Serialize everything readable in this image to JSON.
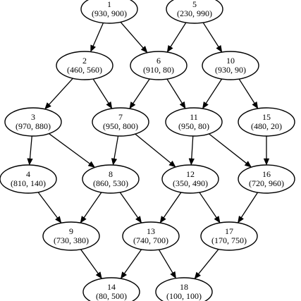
{
  "nodes": [
    {
      "id": "1",
      "label": "1",
      "coords": "(930, 900)"
    },
    {
      "id": "5",
      "label": "5",
      "coords": "(230, 990)"
    },
    {
      "id": "2",
      "label": "2",
      "coords": "(460, 560)"
    },
    {
      "id": "6",
      "label": "6",
      "coords": "(910, 80)"
    },
    {
      "id": "10",
      "label": "10",
      "coords": "(930, 90)"
    },
    {
      "id": "3",
      "label": "3",
      "coords": "(970, 880)"
    },
    {
      "id": "7",
      "label": "7",
      "coords": "(950, 800)"
    },
    {
      "id": "11",
      "label": "11",
      "coords": "(950, 80)"
    },
    {
      "id": "15",
      "label": "15",
      "coords": "(480, 20)"
    },
    {
      "id": "4",
      "label": "4",
      "coords": "(810, 140)"
    },
    {
      "id": "8",
      "label": "8",
      "coords": "(860, 530)"
    },
    {
      "id": "12",
      "label": "12",
      "coords": "(350, 490)"
    },
    {
      "id": "16",
      "label": "16",
      "coords": "(720, 960)"
    },
    {
      "id": "9",
      "label": "9",
      "coords": "(730, 380)"
    },
    {
      "id": "13",
      "label": "13",
      "coords": "(740, 700)"
    },
    {
      "id": "17",
      "label": "17",
      "coords": "(170, 750)"
    },
    {
      "id": "14",
      "label": "14",
      "coords": "(80, 500)"
    },
    {
      "id": "18",
      "label": "18",
      "coords": "(100, 100)"
    }
  ],
  "edges": [
    [
      "1",
      "2"
    ],
    [
      "1",
      "6"
    ],
    [
      "5",
      "6"
    ],
    [
      "5",
      "10"
    ],
    [
      "2",
      "3"
    ],
    [
      "2",
      "7"
    ],
    [
      "6",
      "7"
    ],
    [
      "6",
      "11"
    ],
    [
      "10",
      "11"
    ],
    [
      "10",
      "15"
    ],
    [
      "3",
      "4"
    ],
    [
      "3",
      "8"
    ],
    [
      "7",
      "8"
    ],
    [
      "7",
      "12"
    ],
    [
      "11",
      "12"
    ],
    [
      "11",
      "16"
    ],
    [
      "15",
      "16"
    ],
    [
      "4",
      "9"
    ],
    [
      "8",
      "9"
    ],
    [
      "8",
      "13"
    ],
    [
      "12",
      "13"
    ],
    [
      "12",
      "17"
    ],
    [
      "16",
      "17"
    ],
    [
      "9",
      "14"
    ],
    [
      "13",
      "14"
    ],
    [
      "13",
      "18"
    ],
    [
      "17",
      "18"
    ]
  ]
}
